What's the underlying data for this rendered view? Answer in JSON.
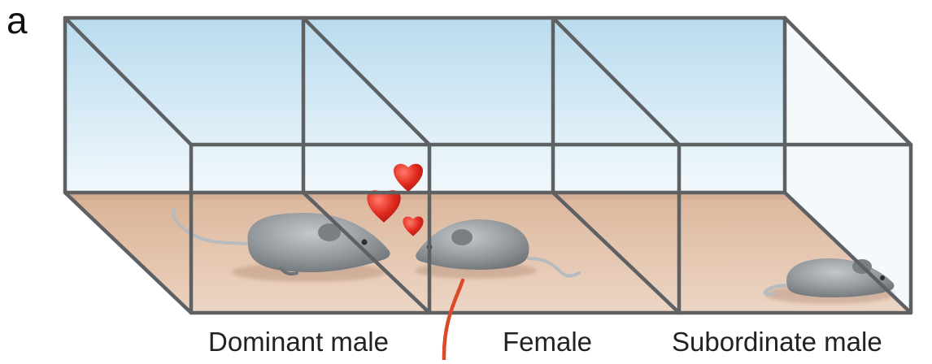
{
  "figure": {
    "panel_label": "a",
    "labels": {
      "left": "Dominant male",
      "center": "Female",
      "right": "Subordinate male"
    }
  },
  "colors": {
    "frame": "#5e6164",
    "floor": "#e0bca2",
    "glass_top": "#b9dbee",
    "glass_bottom": "#eef7fc",
    "mouse": "#8d9296",
    "heart": "#d8261d",
    "wire": "#d9492a"
  },
  "icons": [
    "heart-icon",
    "mouse-icon"
  ]
}
